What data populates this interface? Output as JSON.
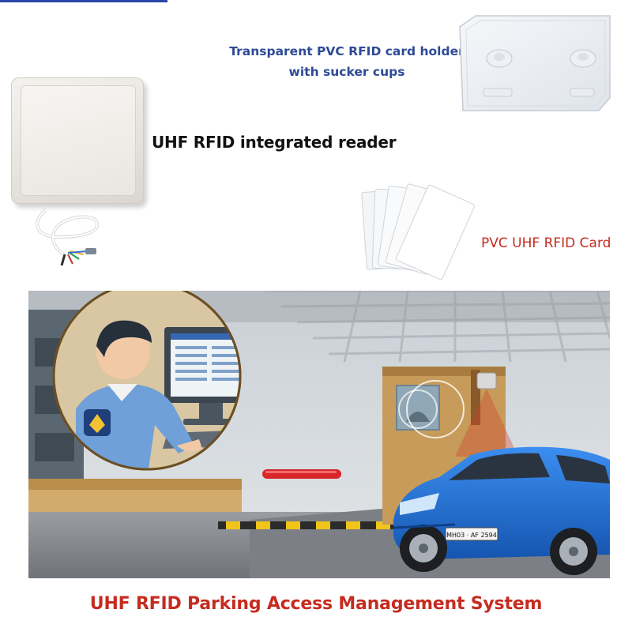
{
  "labels": {
    "card_holder": [
      "Transparent PVC RFID card holder",
      "with sucker cups"
    ],
    "reader": "UHF RFID integrated reader",
    "card": "PVC UHF RFID Card",
    "title": "UHF RFID Parking Access Management System"
  },
  "scene": {
    "license_plate": "MH03 · AF 2594"
  },
  "colors": {
    "holder_label": "#2e4a96",
    "reader_label": "#111111",
    "card_label": "#c62b1f",
    "title": "#c62b1f",
    "car_body": "#1e73d8",
    "barrier": "#d8262a"
  }
}
